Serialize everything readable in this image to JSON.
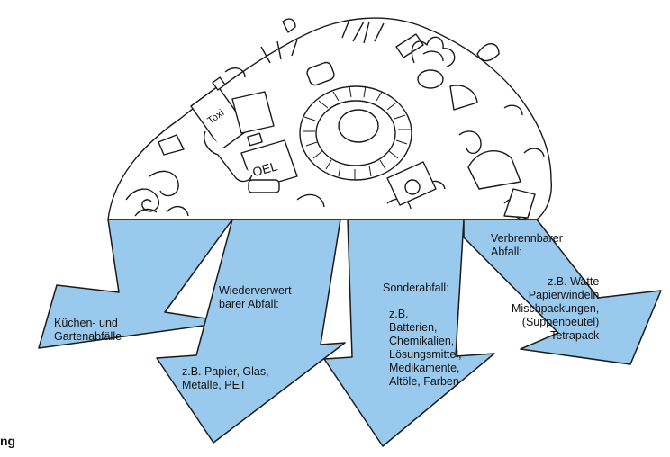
{
  "arrows": [
    {
      "lines": "Küchen- und\nGartenabfälle"
    },
    {
      "title": "Wiederverwert-\nbarer Abfall:",
      "body": "z.B. Papier, Glas,\nMetalle, PET"
    },
    {
      "title": "Sonderabfall:",
      "body": "z.B.\nBatterien,\nChemikalien,\nLösungsmittel,\nMedikamente,\nAltöle, Farben"
    },
    {
      "title": "Verbrennbarer\nAbfall:",
      "body": "z.B. Watte\nPapierwindeln\nMischpackungen,\n(Suppenbeutel)\nTetrapack"
    }
  ],
  "illustration": {
    "labels": [
      "Toxi",
      "OEL"
    ]
  },
  "caption_fragment": "ng",
  "colors": {
    "arrow_fill": "#99c9ec",
    "outline": "#1a1a1a"
  }
}
